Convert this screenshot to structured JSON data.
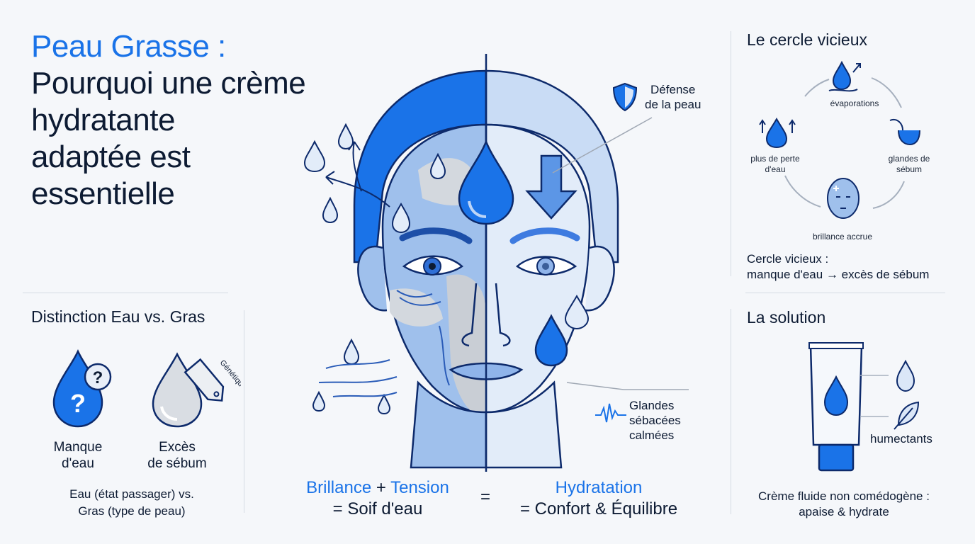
{
  "title": {
    "accent": "Peau Grasse :",
    "lines": [
      "Pourquoi une crème",
      "hydratante",
      "adaptée est",
      "essentielle"
    ]
  },
  "distinction": {
    "heading": "Distinction Eau vs. Gras",
    "left_label_1": "Manque",
    "left_label_2": "d'eau",
    "right_label_1": "Excès",
    "right_label_2": "de sébum",
    "tag_text": "Génétique",
    "summary_1": "Eau (état passager) vs.",
    "summary_2": "Gras (type de peau)"
  },
  "face": {
    "defense_1": "Défense",
    "defense_2": "de la peau",
    "glands_1": "Glandes",
    "glands_2": "sébacées",
    "glands_3": "calmées",
    "equation": {
      "left_a": "Brillance",
      "plus": "+",
      "left_b": "Tension",
      "left_result": "= Soif d'eau",
      "equals": "=",
      "right_a": "Hydratation",
      "right_result": "= Confort & Équilibre"
    }
  },
  "cycle": {
    "heading": "Le cercle vicieux",
    "top": "évaporations",
    "right_1": "glandes de",
    "right_2": "sébum",
    "left_1": "plus de perte",
    "left_2": "d'eau",
    "bottom": "brillance accrue",
    "summary_1": "Cercle vicieux :",
    "summary_2": "manque d'eau → excès de sébum"
  },
  "solution": {
    "heading": "La solution",
    "humectants": "humectants",
    "summary_1": "Crème fluide non comédogène :",
    "summary_2": "apaise & hydrate"
  },
  "colors": {
    "accent": "#1a73e8",
    "dark": "#0d1b33",
    "light_blue": "#cfe0f7",
    "mid_blue": "#8fb4ea"
  }
}
